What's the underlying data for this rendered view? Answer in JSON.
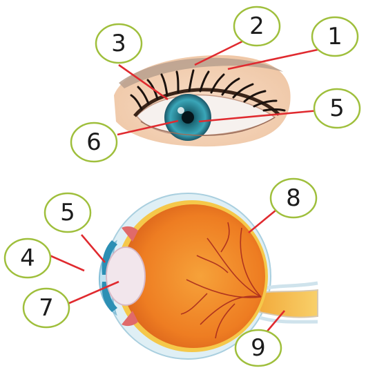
{
  "colors": {
    "label_ring": "#9fbf3c",
    "leader_line": "#e02a2f",
    "sclera_outer": "#c9e4ef",
    "eyeball": "#f08a24",
    "iris": "#2c8fb4",
    "optic_nerve": "#f4b73c"
  },
  "labels": {
    "l1": "1",
    "l2": "2",
    "l3": "3",
    "l4": "4",
    "l5a": "5",
    "l5b": "5",
    "l6": "6",
    "l7": "7",
    "l8": "8",
    "l9": "9"
  }
}
